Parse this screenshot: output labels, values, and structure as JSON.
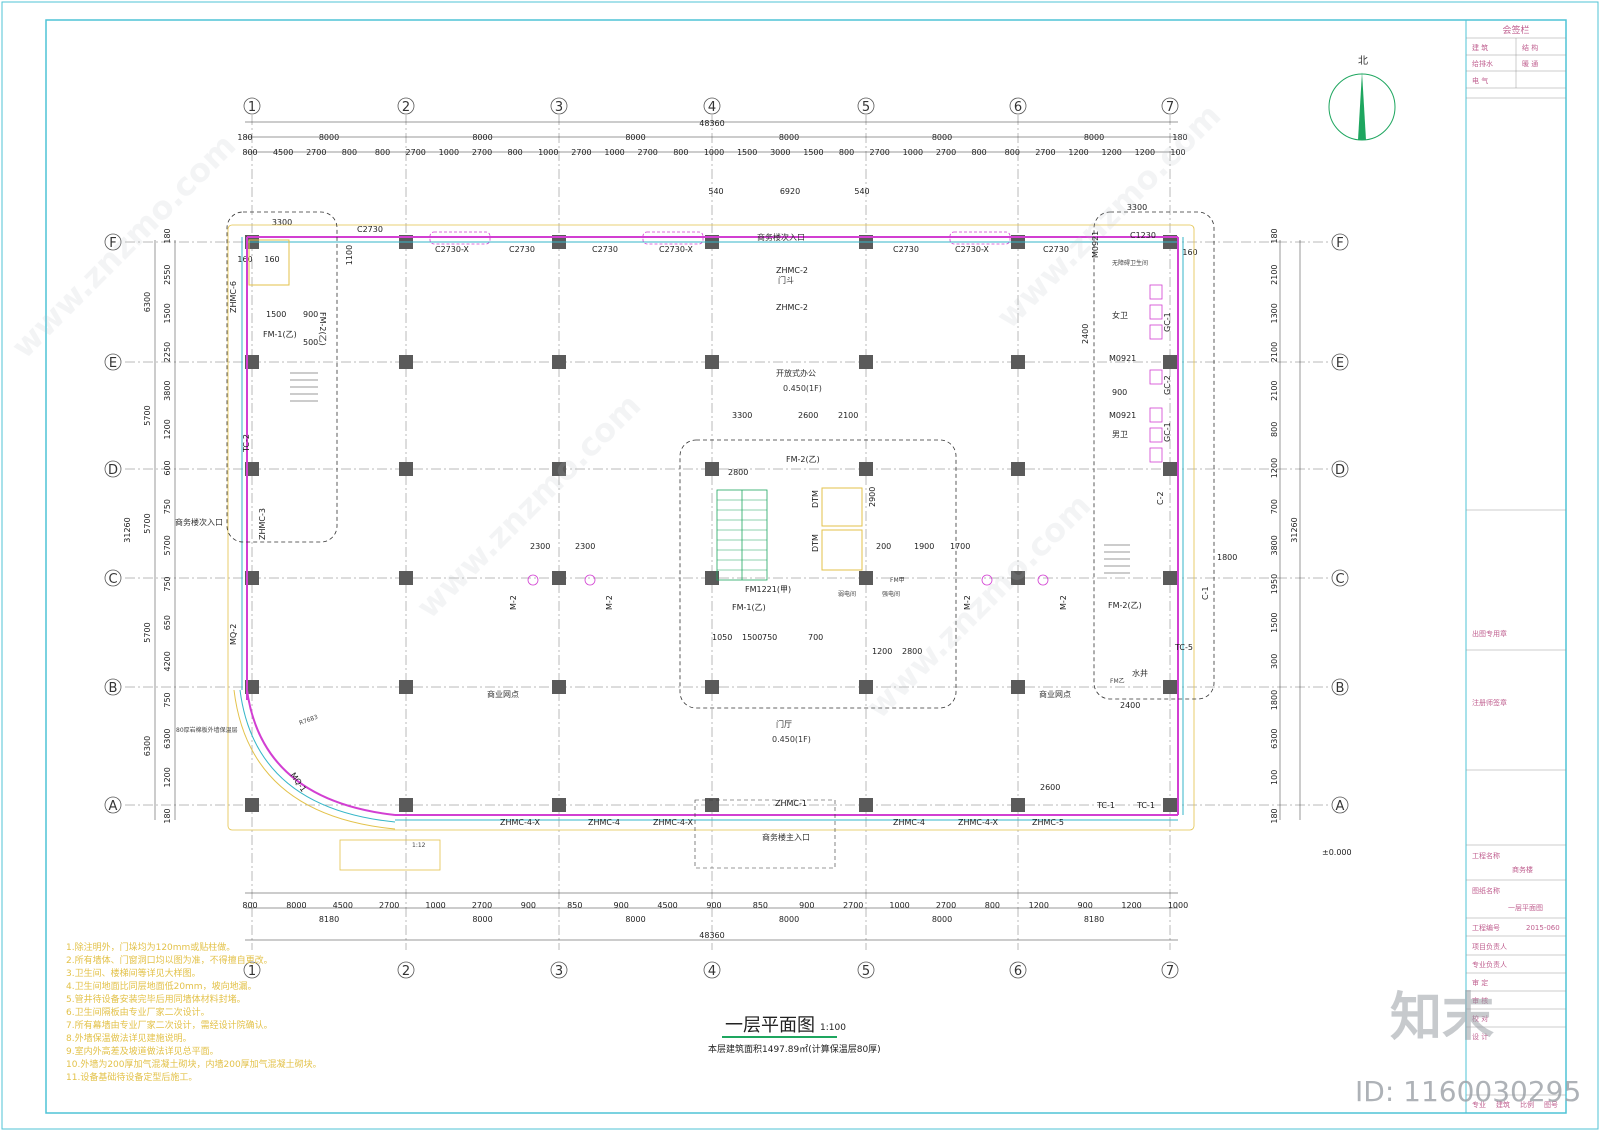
{
  "sheet": {
    "title": "一层平面图",
    "scale": "1:100",
    "subtitle": "本层建筑面积1497.89㎡(计算保温层80厚)",
    "elevation_mark": "±0.000",
    "north_label": "北"
  },
  "axes": {
    "columns": [
      "1",
      "2",
      "3",
      "4",
      "5",
      "6",
      "7"
    ],
    "rows": [
      "F",
      "E",
      "D",
      "C",
      "B",
      "A"
    ]
  },
  "dimensions": {
    "total_width": "48360",
    "total_height": "31260",
    "bay_widths": [
      "8000",
      "8000",
      "8000",
      "8000",
      "8000",
      "8000"
    ],
    "top_detail": [
      "800",
      "4500",
      "2700",
      "800",
      "800",
      "2700",
      "1000",
      "2700",
      "800",
      "1000",
      "2700",
      "1000",
      "2700",
      "800",
      "1000",
      "1500",
      "3000",
      "1500",
      "800",
      "2700",
      "1000",
      "2700",
      "800",
      "800",
      "2700",
      "1200",
      "1200",
      "1200",
      "100"
    ],
    "bottom_detail": [
      "800",
      "8000",
      "4500",
      "2700",
      "1000",
      "2700",
      "900",
      "850",
      "900",
      "4500",
      "900",
      "850",
      "900",
      "2700",
      "1000",
      "2700",
      "800",
      "1200",
      "900",
      "1200",
      "1000"
    ],
    "bottom_bays": [
      "8180",
      "8000",
      "8000",
      "8000",
      "8000",
      "8180"
    ],
    "left_dims": [
      "180",
      "2550",
      "1500",
      "2250",
      "3800",
      "1200",
      "600",
      "750",
      "5700",
      "750",
      "650",
      "4200",
      "750",
      "6300",
      "1200",
      "180"
    ],
    "left_totals": [
      "6300",
      "5700",
      "5700",
      "5700",
      "6300"
    ],
    "right_dims": [
      "180",
      "2100",
      "1300",
      "2100",
      "2100",
      "800",
      "1200",
      "700",
      "3800",
      "1950",
      "1500",
      "300",
      "1800",
      "6300",
      "100",
      "180"
    ],
    "misc": [
      "180",
      "540",
      "6920",
      "540",
      "3300",
      "3300",
      "1100",
      "160",
      "200"
    ]
  },
  "rooms": [
    {
      "label": "商务楼次入口"
    },
    {
      "label": "商务楼次入口"
    },
    {
      "label": "商务楼主入口"
    },
    {
      "label": "开放式办公"
    },
    {
      "label": "0.450(1F)"
    },
    {
      "label": "门厅"
    },
    {
      "label": "0.450(1F)"
    },
    {
      "label": "商业网点"
    },
    {
      "label": "商业网点"
    },
    {
      "label": "门斗"
    },
    {
      "label": "女卫"
    },
    {
      "label": "男卫"
    },
    {
      "label": "水井"
    },
    {
      "label": "无障碍卫生间"
    },
    {
      "label": "弱电间"
    },
    {
      "label": "强电间"
    },
    {
      "label": "FM甲"
    },
    {
      "label": "FM乙"
    }
  ],
  "door_labels": [
    "C2730",
    "C2730-X",
    "C2730",
    "C2730",
    "C2730-X",
    "C2730",
    "C2730-X",
    "C2730",
    "C1230",
    "ZHMC-2",
    "ZHMC-2",
    "ZHMC-6",
    "FM-1(乙)",
    "FM-2(乙)",
    "TC-2",
    "ZHMC-3",
    "MQ-2",
    "MQ-1",
    "ZHMC-4-X",
    "ZHMC-4",
    "ZHMC-4-X",
    "ZHMC-1",
    "ZHMC-4",
    "ZHMC-4-X",
    "ZHMC-5",
    "TC-1",
    "TC-1",
    "TC-5",
    "C-1",
    "C-2",
    "M0921",
    "M0921",
    "M0921",
    "FM1221(甲)",
    "FM-1(乙)",
    "FM-2(乙)",
    "FM-2(乙)",
    "M-2",
    "M-2",
    "M-2",
    "M-2",
    "DTM",
    "DTM",
    "GC-1",
    "GC-2",
    "GC-1"
  ],
  "annotations": [
    "R7683",
    "80厚岩棉板外墙保温层",
    "1:12",
    "2300",
    "2300",
    "1700",
    "2600",
    "2800",
    "2100",
    "2800",
    "3300",
    "1500",
    "1050",
    "750",
    "700",
    "1200",
    "1900",
    "200",
    "2900",
    "2600",
    "2400",
    "1800",
    "900",
    "500",
    "1500",
    "900",
    "2400"
  ],
  "title_block": {
    "header": "会签栏",
    "rows": [
      "建 筑",
      "结 构",
      "给排水",
      "暖 通",
      "电 气"
    ],
    "stamp1": "出图专用章",
    "stamp2": "注册师签章",
    "project_label": "工程名称",
    "project_name": "商务楼",
    "drawing_label": "图纸名称",
    "drawing_name": "一层平面图",
    "number_label": "工程编号",
    "number": "2015-060",
    "role_rows": [
      "项目负责人",
      "专业负责人",
      "审 定",
      "审 核",
      "校 对",
      "设 计"
    ],
    "foot": [
      "专业",
      "建筑",
      "比例",
      "图号"
    ]
  },
  "notes": [
    "1.除注明外，门垛均为120mm或贴柱做。",
    "2.所有墙体、门窗洞口均以图为准，不得擅自更改。",
    "3.卫生间、楼梯间等详见大样图。",
    "4.卫生间地面比同层地面低20mm，坡向地漏。",
    "5.管井待设备安装完毕后用同墙体材料封堵。",
    "6.卫生间隔板由专业厂家二次设计。",
    "7.所有幕墙由专业厂家二次设计，需经设计院确认。",
    "8.外墙保温做法详见建施说明。",
    "9.室内外高差及坡道做法详见总平面。",
    "10.外墙为200厚加气混凝土砌块，内墙200厚加气混凝土砌块。",
    "11.设备基础待设备定型后施工。"
  ],
  "watermark": {
    "brand": "知末",
    "id": "ID: 1160030295",
    "site": "www.znzmo.com"
  },
  "colors": {
    "axis_line": "#6b6b6b",
    "wall_magenta": "#d23fd2",
    "window_cyan": "#35b6c8",
    "dim_green": "#22c55e",
    "note_yellow": "#e3c24a",
    "border_cyan": "#4fc3d6",
    "title_green": "#1ea65f"
  }
}
